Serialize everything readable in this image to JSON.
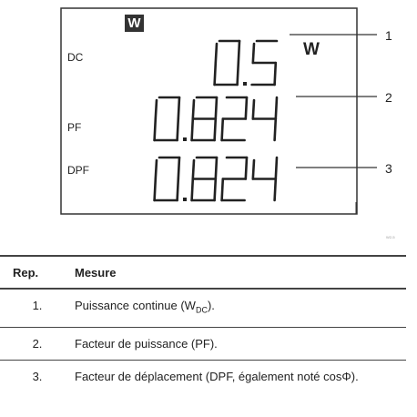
{
  "display": {
    "mode_badge": "W",
    "rows": [
      {
        "label": "DC",
        "value": "0.5",
        "unit": "W",
        "callout": "1"
      },
      {
        "label": "PF",
        "value": "0.824",
        "callout": "2"
      },
      {
        "label": "DPF",
        "value": "0.824",
        "callout": "3"
      }
    ]
  },
  "figure_ref": "W2-5",
  "table": {
    "header": {
      "rep": "Rep.",
      "measure": "Mesure"
    },
    "rows": [
      {
        "rep": "1.",
        "text": "Puissance continue (W",
        "sub": "DC",
        "text_after": ")."
      },
      {
        "rep": "2.",
        "text": "Facteur de puissance (PF)."
      },
      {
        "rep": "3.",
        "text": "Facteur de déplacement (DPF, également noté cosΦ)."
      }
    ]
  }
}
